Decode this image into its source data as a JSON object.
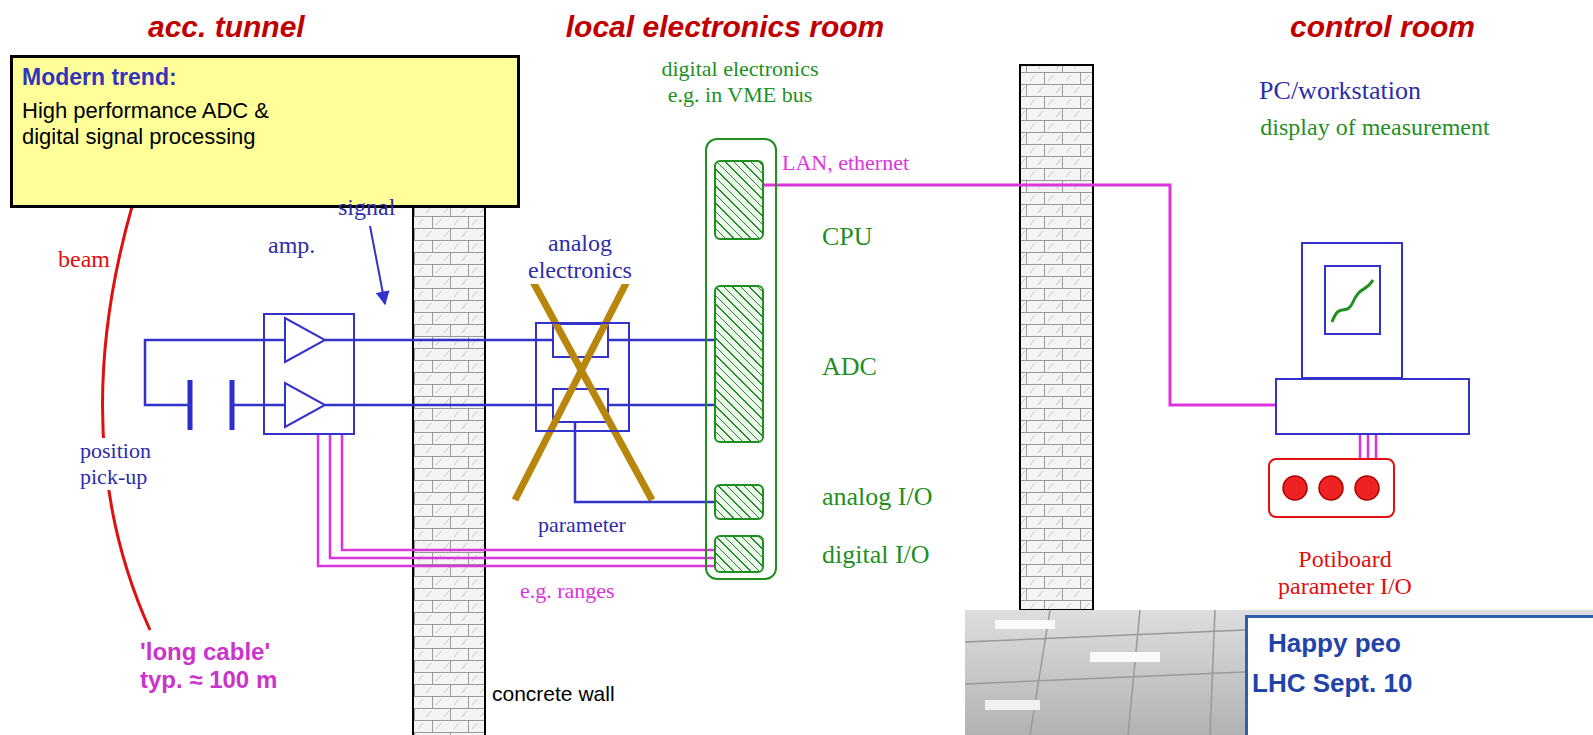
{
  "diagram": {
    "nodes": [
      {
        "text": [
          "Modern trend:",
          "High performance ADC & digital signal processing"
        ]
      },
      {
        "text": [
          "amp."
        ]
      },
      {
        "text": [
          "analog electronics"
        ]
      },
      {
        "text": [
          "digital electronics e.g. in VME bus"
        ]
      },
      {
        "text": [
          "CPU"
        ],
        "in": 3
      },
      {
        "text": [
          "ADC"
        ],
        "in": 3
      },
      {
        "text": [
          "analog I/O"
        ],
        "in": 3
      },
      {
        "text": [
          "digital I/O"
        ],
        "in": 3
      },
      {
        "text": [
          "PC/workstation",
          "display of measurement"
        ]
      },
      {
        "text": [
          "Potiboard parameter I/O"
        ]
      },
      {
        "text": [
          "Happy peo",
          "LHC Sept. 10"
        ]
      }
    ],
    "edges": [
      {
        "from": 1,
        "to": 2,
        "arrow": "none"
      },
      {
        "from": 1,
        "to": 2,
        "arrow": "none"
      },
      {
        "from": 2,
        "to": 5,
        "arrow": "none"
      },
      {
        "from": 2,
        "to": 5,
        "arrow": "none"
      },
      {
        "from": 2,
        "to": 6,
        "label": "parameter",
        "arrow": "none"
      },
      {
        "from": 1,
        "to": 7,
        "label": "e.g. ranges",
        "arrow": "none"
      },
      {
        "from": 4,
        "to": 8,
        "label": "LAN, ethernet",
        "arrow": "none"
      },
      {
        "from": 8,
        "to": 9,
        "arrow": "none"
      }
    ],
    "labels": [
      "acc. tunnel",
      "local electronics room",
      "control room",
      "signal",
      "beam",
      "position pick-up",
      "'long cable' typ. ≈ 100 m",
      "concrete wall"
    ]
  }
}
